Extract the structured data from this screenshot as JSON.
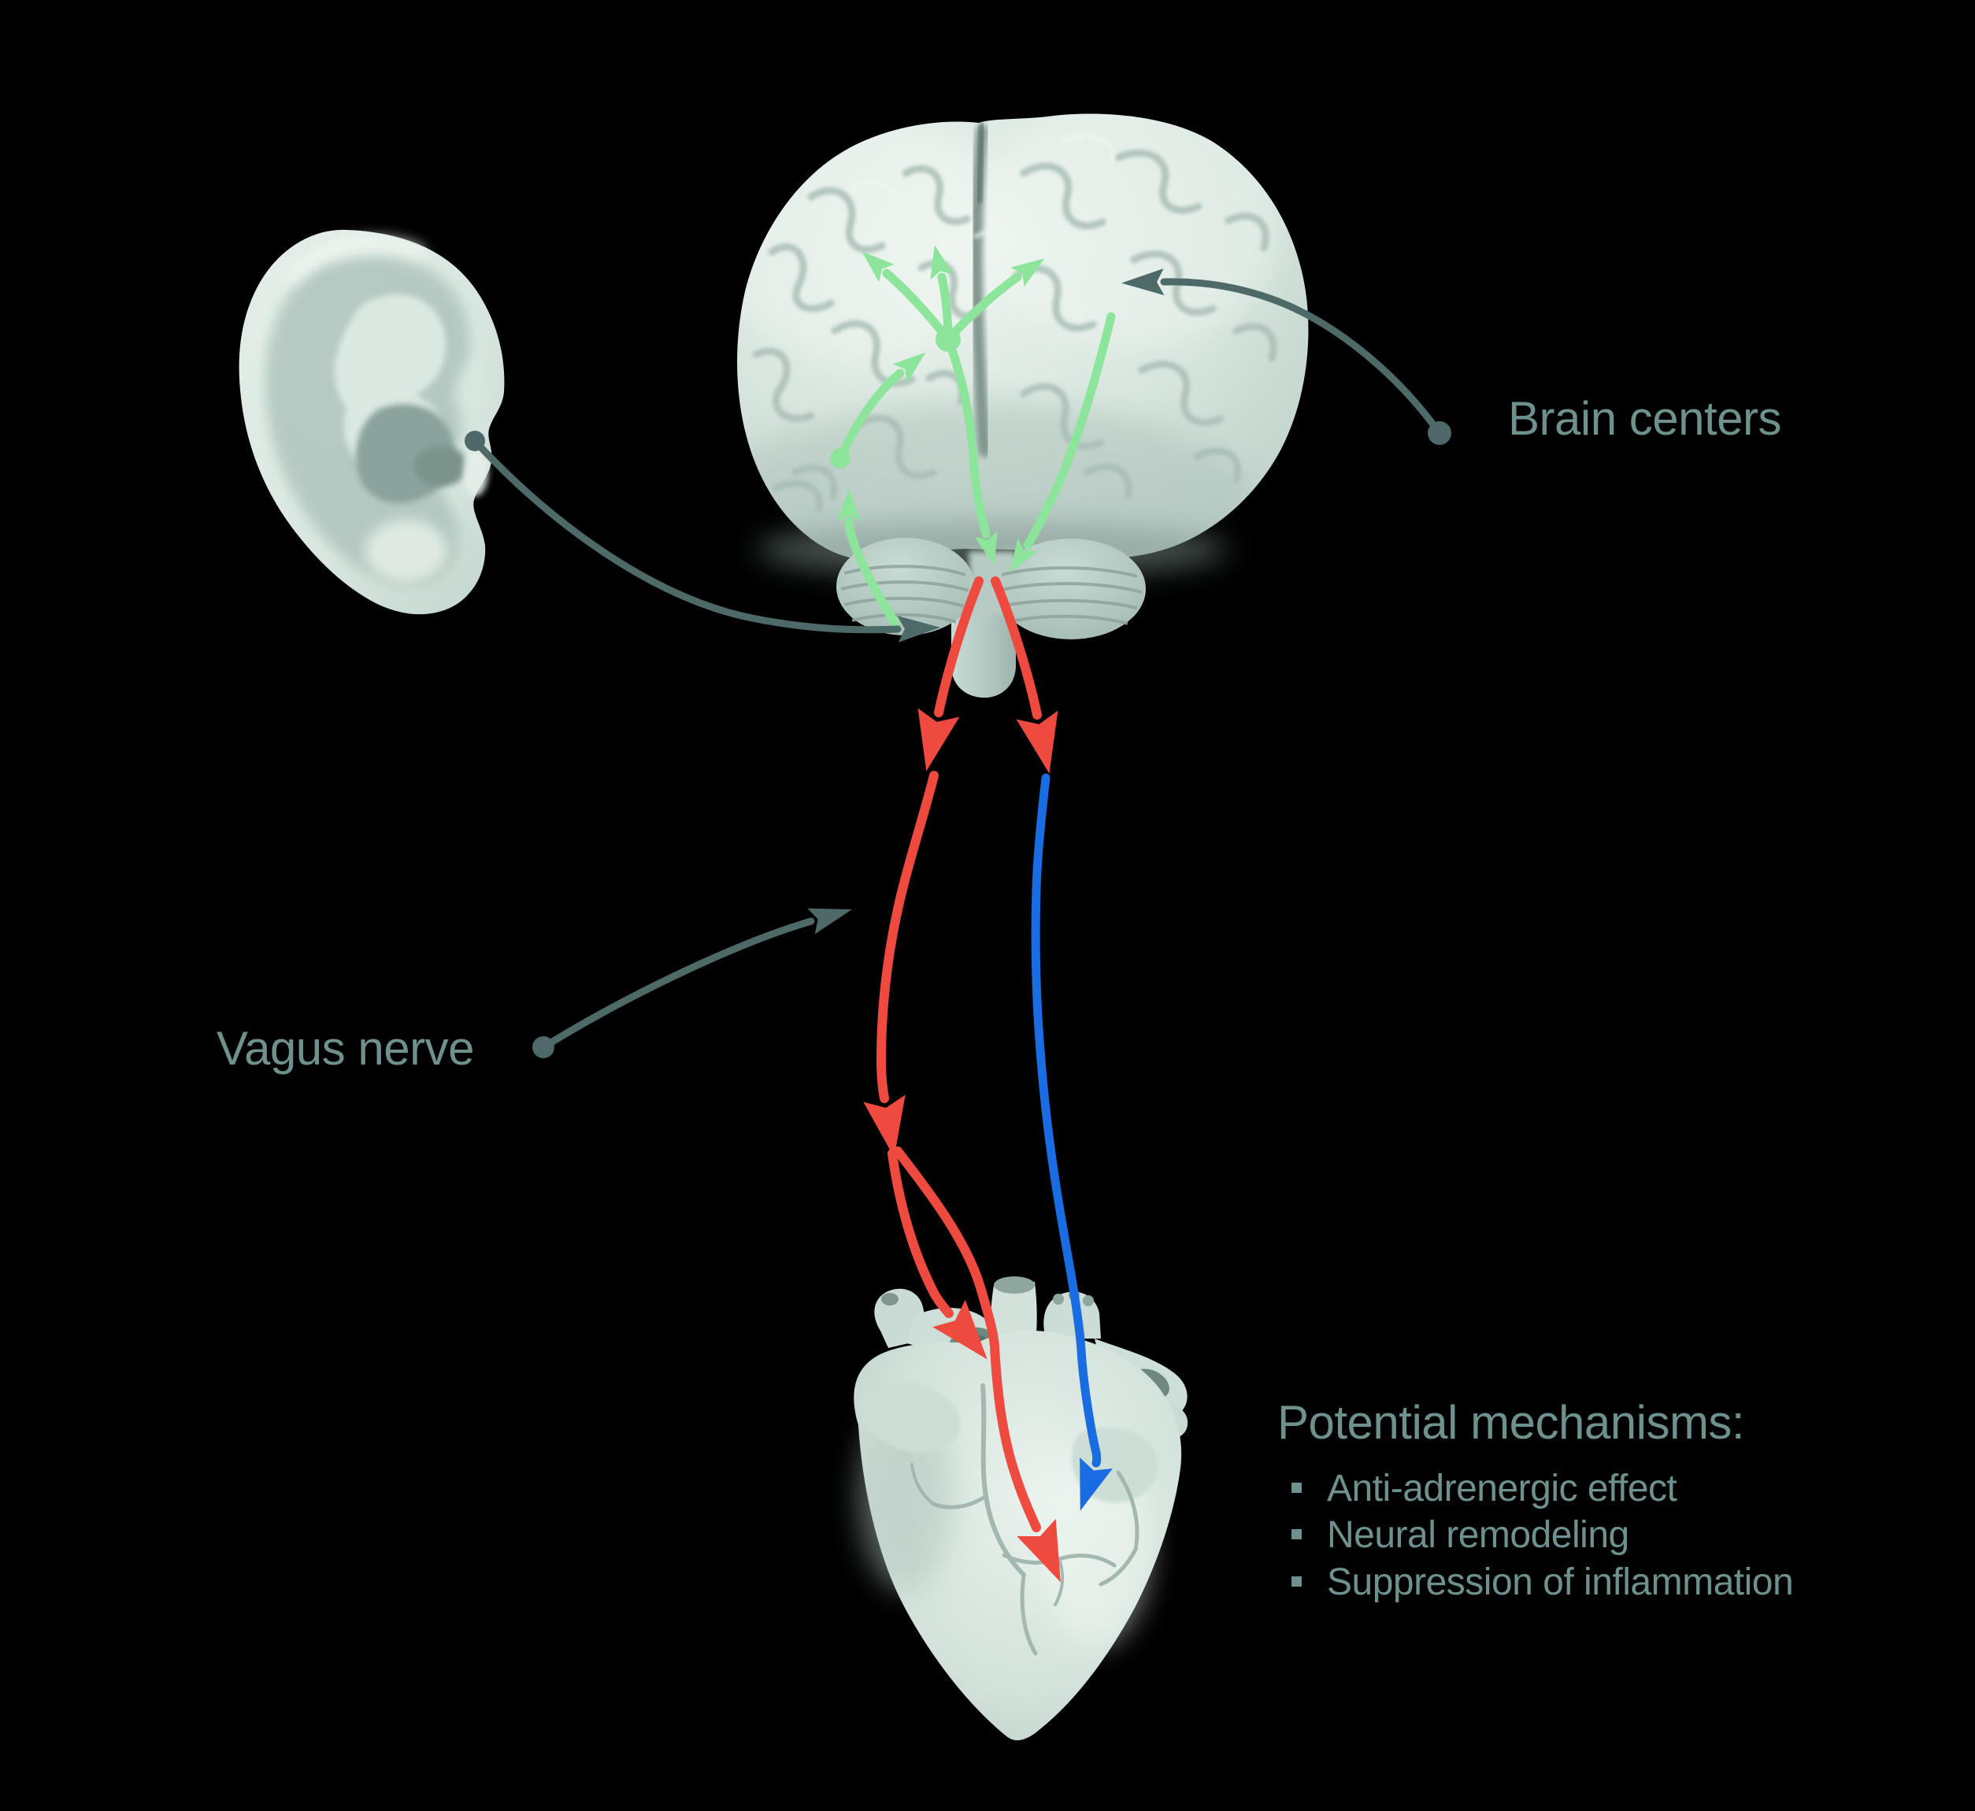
{
  "labels": {
    "brain_centers": "Brain centers",
    "vagus_nerve": "Vagus nerve"
  },
  "mechanisms": {
    "heading": "Potential mechanisms:",
    "items": [
      "Anti-adrenergic effect",
      "Neural remodeling",
      "Suppression of inflammation"
    ]
  },
  "colors": {
    "background": "#000000",
    "text_teal": "#6e918d",
    "pointer_gray": "#4d6968",
    "pathway_green": "#8de59c",
    "efferent_red": "#ef4a3f",
    "afferent_blue": "#1a6ce2",
    "organ_base": "#d7e5de"
  }
}
